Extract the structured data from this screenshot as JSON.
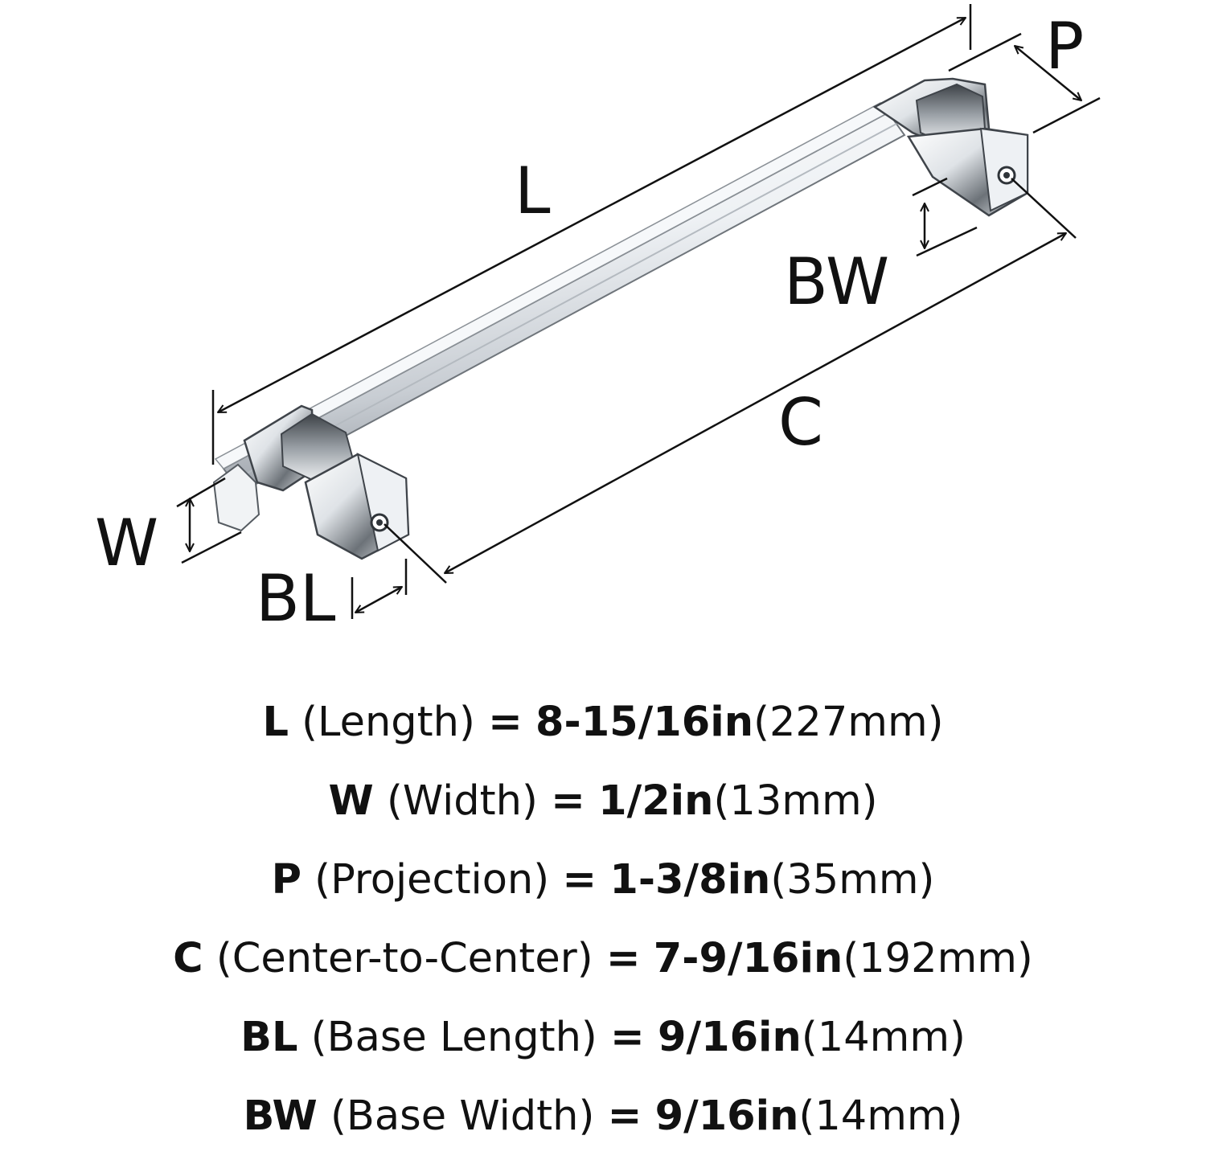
{
  "diagram": {
    "labels": {
      "L": "L",
      "P": "P",
      "BW": "BW",
      "C": "C",
      "W": "W",
      "BL": "BL"
    }
  },
  "specs": [
    {
      "symbol": "L",
      "name": "(Length)",
      "equals": "=",
      "imperial": "8-15/16in",
      "metric": "(227mm)"
    },
    {
      "symbol": "W",
      "name": "(Width)",
      "equals": "=",
      "imperial": "1/2in",
      "metric": "(13mm)"
    },
    {
      "symbol": "P",
      "name": "(Projection)",
      "equals": "=",
      "imperial": "1-3/8in",
      "metric": "(35mm)"
    },
    {
      "symbol": "C",
      "name": "(Center-to-Center)",
      "equals": "=",
      "imperial": "7-9/16in",
      "metric": "(192mm)"
    },
    {
      "symbol": "BL",
      "name": "(Base Length)",
      "equals": "=",
      "imperial": "9/16in",
      "metric": "(14mm)"
    },
    {
      "symbol": "BW",
      "name": "(Base Width)",
      "equals": "=",
      "imperial": "9/16in",
      "metric": "(14mm)"
    }
  ],
  "colors": {
    "ink": "#111111",
    "chrome_light": "#f4f6f8",
    "chrome_mid": "#c9ced4",
    "chrome_dark": "#4a4f55"
  }
}
